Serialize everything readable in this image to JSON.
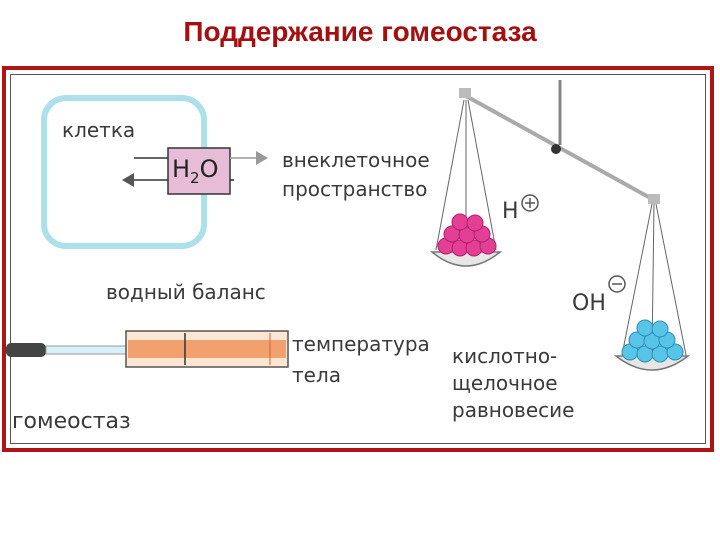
{
  "title": "Поддержание гомеостаза",
  "labels": {
    "cell": "клетка",
    "molecule": "H2O",
    "extracellular_line1": "внеклеточное",
    "extracellular_line2": "пространство",
    "water_balance": "водный баланс",
    "temperature_line1": "температура",
    "temperature_line2": "тела",
    "homeostasis": "гомеостаз",
    "acid_base_line1": "кислотно-",
    "acid_base_line2": "щелочное",
    "acid_base_line3": "равновесие",
    "h_ion": "H",
    "oh_ion": "OH"
  },
  "colors": {
    "title": "#a40f0f",
    "frame": "#b01515",
    "cell_border": "#aee0ec",
    "molecule_box": "#e7bcd6",
    "pink_balls": "#e23f95",
    "blue_balls": "#58c4e8",
    "thermometer_fill": "#f2a06e"
  }
}
